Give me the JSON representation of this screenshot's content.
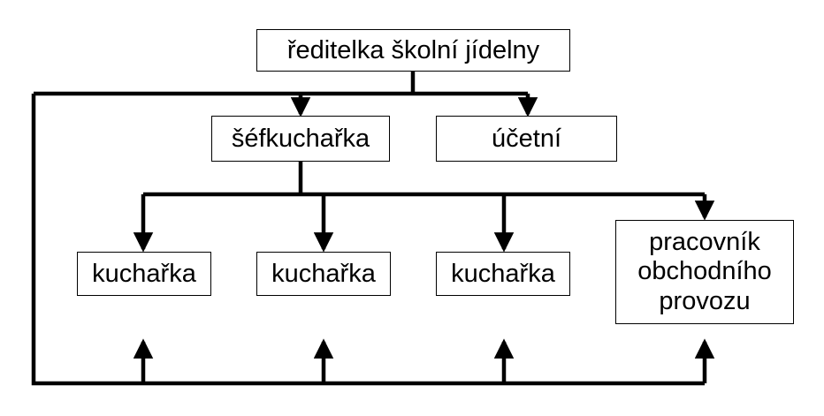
{
  "diagram": {
    "nodes": {
      "director": "ředitelka školní jídelny",
      "head_cook": "šéfkuchařka",
      "accountant": "účetní",
      "cook_1": "kuchařka",
      "cook_2": "kuchařka",
      "cook_3": "kuchařka",
      "operations_worker": "pracovník\nobchodního\nprovozu"
    },
    "line_color": "#000000",
    "box_border_color": "#000000"
  }
}
